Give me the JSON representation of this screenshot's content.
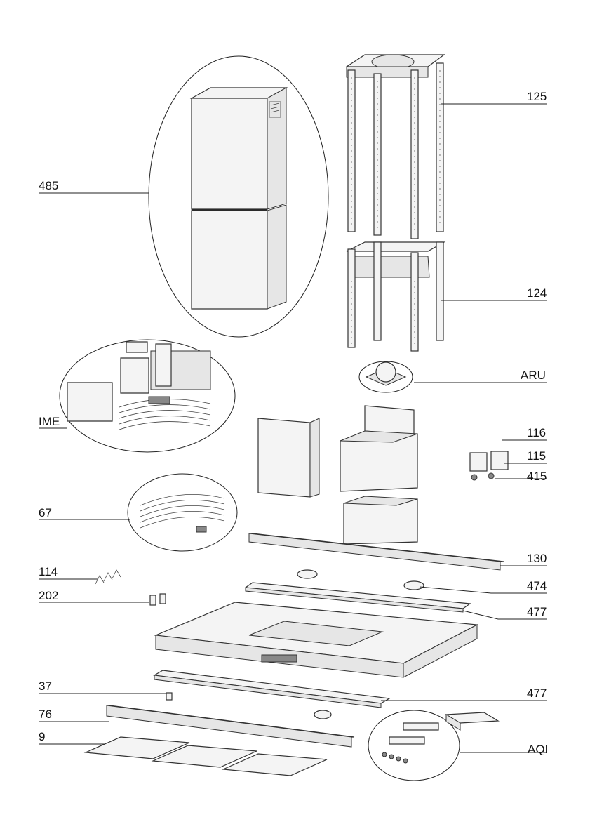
{
  "callouts": {
    "c485": "485",
    "c125": "125",
    "c124": "124",
    "cARU": "ARU",
    "cIME": "IME",
    "c116": "116",
    "c115": "115",
    "c415": "415",
    "c67": "67",
    "c130": "130",
    "c114": "114",
    "c474": "474",
    "c202": "202",
    "c477a": "477",
    "c37": "37",
    "c477b": "477",
    "c76": "76",
    "c9": "9",
    "cAQI": "AQI"
  }
}
